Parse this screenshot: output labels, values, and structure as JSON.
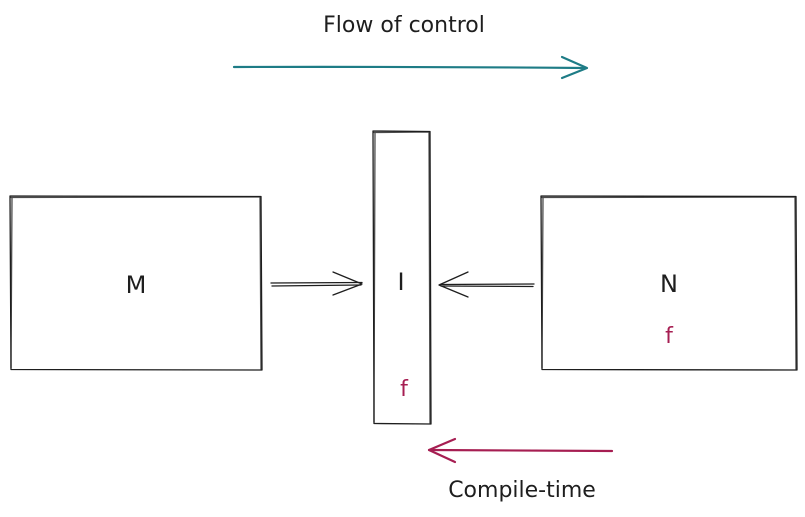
{
  "diagram": {
    "flow_label": "Flow of control",
    "compile_label": "Compile-time",
    "box_m_label": "M",
    "box_i_label": "I",
    "box_n_label": "N",
    "box_i_f_label": "f",
    "box_n_f_label": "f"
  },
  "colors": {
    "flow_arrow": "#1e7c86",
    "compile_arrow": "#a61e52",
    "f_label": "#a61e52",
    "stroke": "#1e1e1e"
  }
}
